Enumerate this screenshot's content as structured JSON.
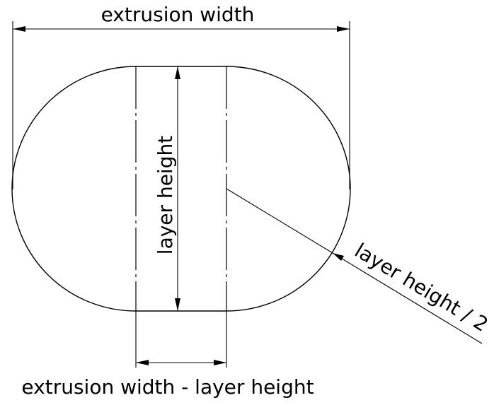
{
  "labels": {
    "extrusion_width": "extrusion width",
    "layer_height": "layer height",
    "half_layer_height": "layer height / 2",
    "width_minus_height": "extrusion width - layer height"
  }
}
